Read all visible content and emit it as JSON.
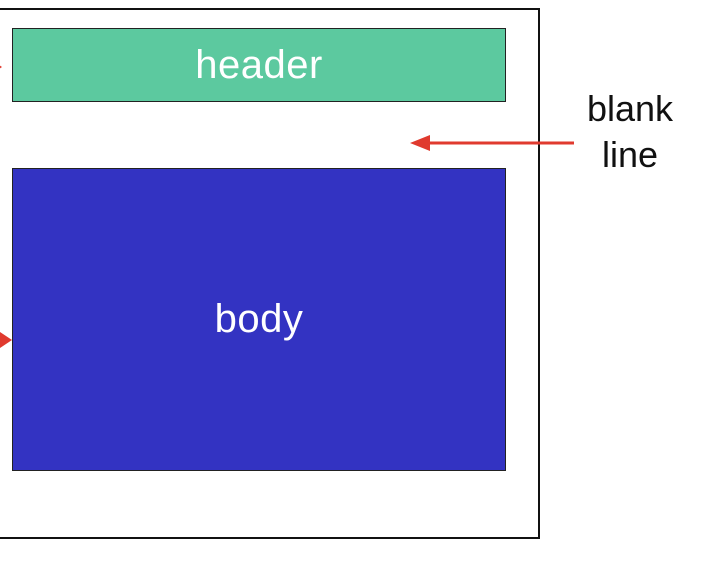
{
  "labels": {
    "header": "header",
    "body": "body",
    "annotation_line1": "blank",
    "annotation_line2": "line"
  },
  "colors": {
    "header_fill": "#5cc99f",
    "body_fill": "#3333c2",
    "arrow": "#e03a2e",
    "frame": "#111111"
  }
}
